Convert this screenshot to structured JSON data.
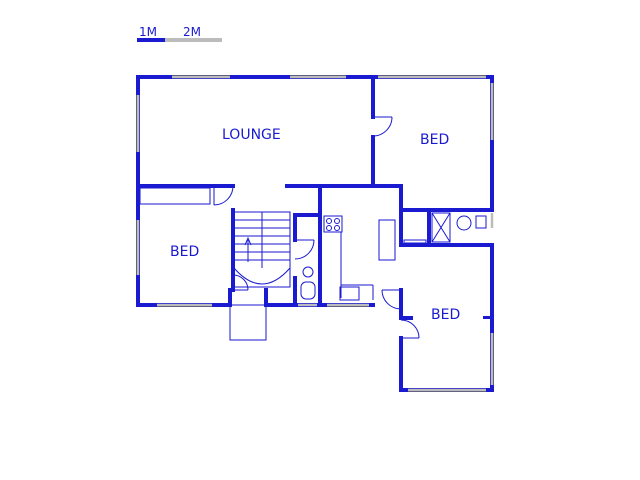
{
  "scale_bar": {
    "label_1": "1M",
    "label_2": "2M"
  },
  "rooms": {
    "lounge": "LOUNGE",
    "bed_top_right": "BED",
    "bed_left": "BED",
    "bed_bottom_right": "BED"
  },
  "colors": {
    "wall": "#1a1ad0",
    "window": "#bcbcbc",
    "background": "#ffffff"
  }
}
